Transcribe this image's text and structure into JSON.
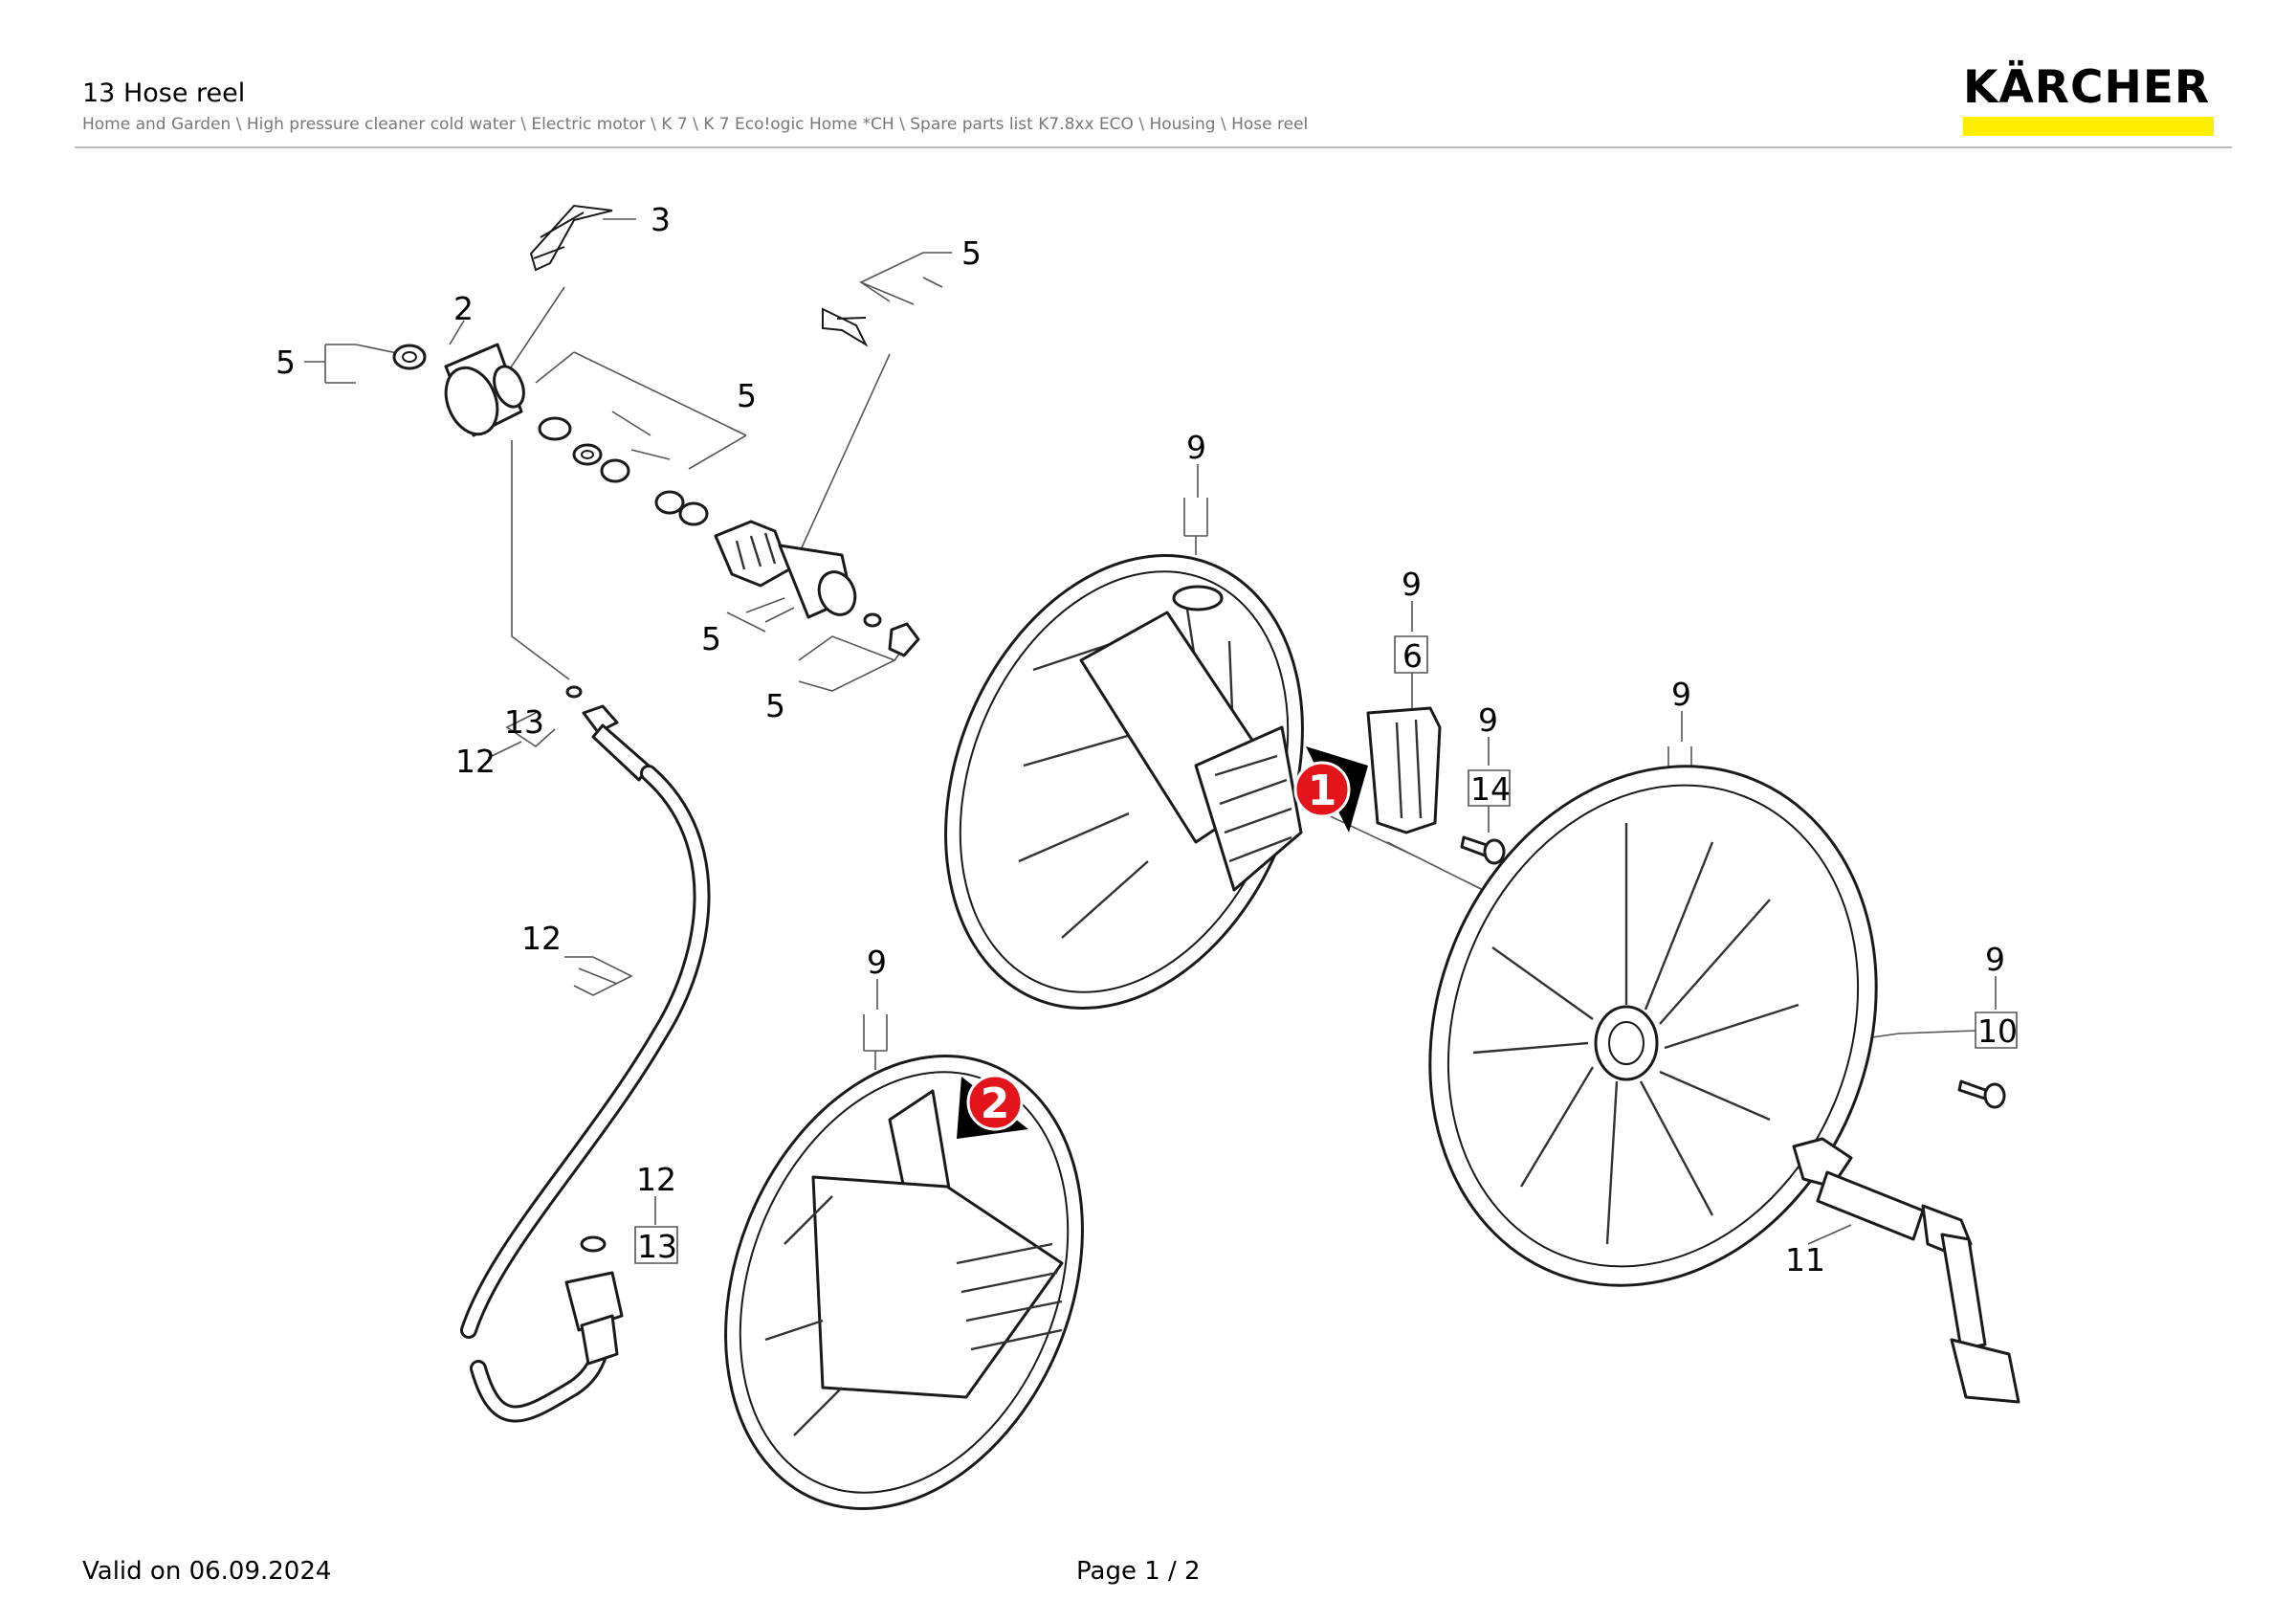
{
  "header": {
    "title": "13 Hose reel",
    "breadcrumb": "Home and Garden \\ High pressure cleaner cold water \\ Electric motor \\ K 7 \\ K 7 Eco!ogic Home *CH \\ Spare parts list K7.8xx ECO \\ Housing \\ Hose reel"
  },
  "brand": {
    "name": "KÄRCHER",
    "accent": "#ffed00"
  },
  "footer": {
    "valid": "Valid on 06.09.2024",
    "page": "Page 1 / 2"
  },
  "diagram": {
    "labels": {
      "l3": "3",
      "l2": "2",
      "l5a": "5",
      "l5b": "5",
      "l5c": "5",
      "l5d": "5",
      "l5e": "5",
      "l9a": "9",
      "l9b": "9",
      "l9c": "9",
      "l9d": "9",
      "l9e": "9",
      "l9f": "9",
      "l6": "6",
      "l14": "14",
      "l10": "10",
      "l11": "11",
      "l12a": "12",
      "l12b": "12",
      "l12c": "12",
      "l13a": "13",
      "l13b": "13"
    },
    "markers": {
      "m1": "1",
      "m2": "2"
    },
    "marker_color": "#e3141b"
  }
}
